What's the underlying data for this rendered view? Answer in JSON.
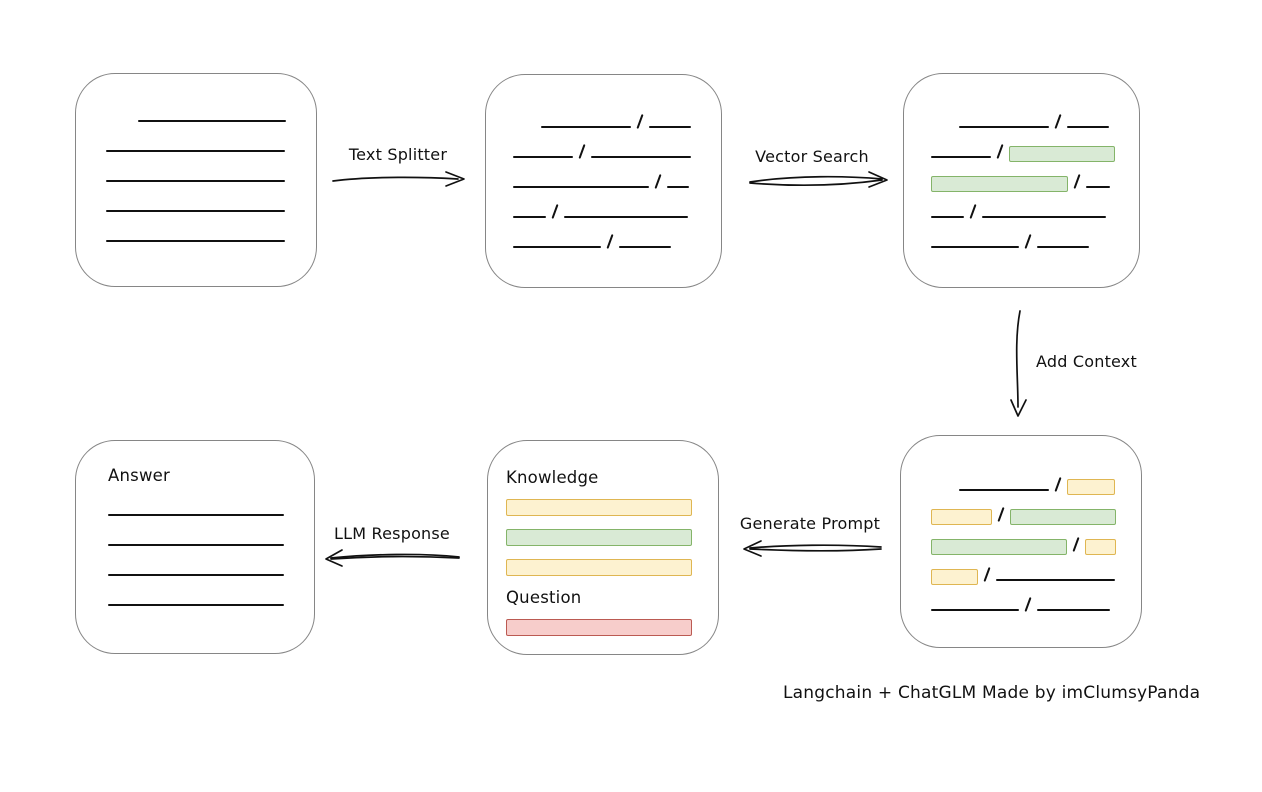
{
  "diagram": {
    "caption": "Langchain + ChatGLM Made by imClumsyPanda",
    "colors": {
      "line": "#111111",
      "box_border": "#868686",
      "green_fill": "#d9ead5",
      "green_stroke": "#84b469",
      "yellow_fill": "#fdf2d0",
      "yellow_stroke": "#dfb652",
      "red_fill": "#f7cdcb",
      "red_stroke": "#bb5a52"
    },
    "arrows": [
      {
        "id": "text-splitter",
        "label": "Text Splitter",
        "direction": "right"
      },
      {
        "id": "vector-search",
        "label": "Vector Search",
        "direction": "right"
      },
      {
        "id": "add-context",
        "label": "Add Context",
        "direction": "down"
      },
      {
        "id": "generate-prompt",
        "label": "Generate Prompt",
        "direction": "left"
      },
      {
        "id": "llm-response",
        "label": "LLM Response",
        "direction": "left"
      }
    ],
    "nodes": [
      {
        "id": "source-document",
        "rows": [
          [
            {
              "t": "line",
              "w": 148,
              "ind": 32
            }
          ],
          [
            {
              "t": "line",
              "w": 179
            }
          ],
          [
            {
              "t": "line",
              "w": 179
            }
          ],
          [
            {
              "t": "line",
              "w": 179
            }
          ],
          [
            {
              "t": "line",
              "w": 179
            }
          ]
        ]
      },
      {
        "id": "text-chunks",
        "rows": [
          [
            {
              "t": "line",
              "w": 90,
              "ind": 28
            },
            {
              "t": "slash"
            },
            {
              "t": "line",
              "w": 42
            }
          ],
          [
            {
              "t": "line",
              "w": 60
            },
            {
              "t": "slash"
            },
            {
              "t": "line",
              "w": 100
            }
          ],
          [
            {
              "t": "line",
              "w": 136
            },
            {
              "t": "slash"
            },
            {
              "t": "line",
              "w": 22
            }
          ],
          [
            {
              "t": "line",
              "w": 33
            },
            {
              "t": "slash"
            },
            {
              "t": "line",
              "w": 124
            }
          ],
          [
            {
              "t": "line",
              "w": 88
            },
            {
              "t": "slash"
            },
            {
              "t": "line",
              "w": 52
            }
          ]
        ]
      },
      {
        "id": "retrieved-chunks",
        "rows": [
          [
            {
              "t": "line",
              "w": 90,
              "ind": 28
            },
            {
              "t": "slash"
            },
            {
              "t": "line",
              "w": 42
            }
          ],
          [
            {
              "t": "line",
              "w": 60
            },
            {
              "t": "slash"
            },
            {
              "t": "box",
              "c": "green",
              "w": 107
            }
          ],
          [
            {
              "t": "box",
              "c": "green",
              "w": 137
            },
            {
              "t": "slash"
            },
            {
              "t": "line",
              "w": 24
            }
          ],
          [
            {
              "t": "line",
              "w": 33
            },
            {
              "t": "slash"
            },
            {
              "t": "line",
              "w": 124
            }
          ],
          [
            {
              "t": "line",
              "w": 88
            },
            {
              "t": "slash"
            },
            {
              "t": "line",
              "w": 52
            }
          ]
        ]
      },
      {
        "id": "context-chunks",
        "rows": [
          [
            {
              "t": "line",
              "w": 90,
              "ind": 28
            },
            {
              "t": "slash"
            },
            {
              "t": "box",
              "c": "yellow",
              "w": 48
            }
          ],
          [
            {
              "t": "box",
              "c": "yellow",
              "w": 62
            },
            {
              "t": "slash"
            },
            {
              "t": "box",
              "c": "green",
              "w": 107
            }
          ],
          [
            {
              "t": "box",
              "c": "green",
              "w": 137
            },
            {
              "t": "slash"
            },
            {
              "t": "box",
              "c": "yellow",
              "w": 31
            }
          ],
          [
            {
              "t": "box",
              "c": "yellow",
              "w": 47
            },
            {
              "t": "slash"
            },
            {
              "t": "line",
              "w": 119
            }
          ],
          [
            {
              "t": "line",
              "w": 88
            },
            {
              "t": "slash"
            },
            {
              "t": "line",
              "w": 73
            }
          ]
        ]
      },
      {
        "id": "prompt",
        "rows": [
          [
            {
              "t": "label",
              "text": "Knowledge"
            }
          ],
          [
            {
              "t": "box",
              "c": "yellow",
              "w": 186
            }
          ],
          [
            {
              "t": "box",
              "c": "green",
              "w": 186
            }
          ],
          [
            {
              "t": "box",
              "c": "yellow",
              "w": 186
            }
          ],
          [
            {
              "t": "label",
              "text": "Question"
            }
          ],
          [
            {
              "t": "box",
              "c": "red",
              "w": 186
            }
          ]
        ]
      },
      {
        "id": "answer",
        "rows": [
          [
            {
              "t": "label",
              "text": "Answer"
            }
          ],
          [
            {
              "t": "line",
              "w": 176
            }
          ],
          [
            {
              "t": "line",
              "w": 176
            }
          ],
          [
            {
              "t": "line",
              "w": 176
            }
          ],
          [
            {
              "t": "line",
              "w": 176
            }
          ]
        ]
      }
    ]
  }
}
